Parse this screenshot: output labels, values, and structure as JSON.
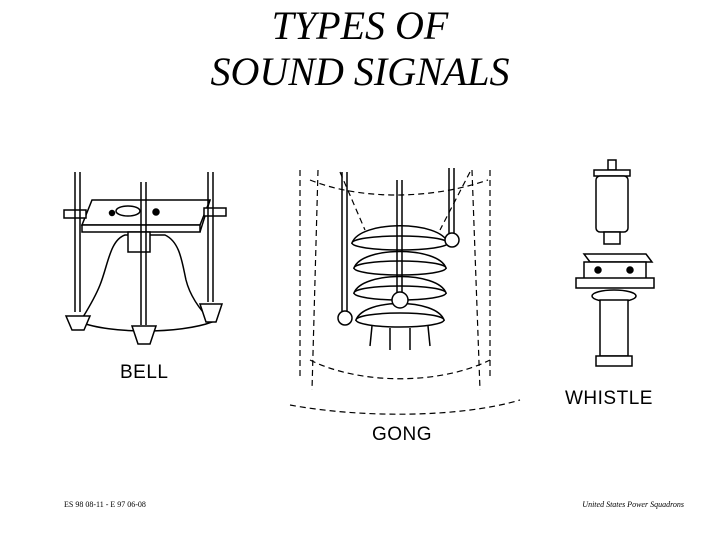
{
  "title_line1": "TYPES  OF",
  "title_line2": "SOUND SIGNALS",
  "labels": {
    "bell": "BELL",
    "gong": "GONG",
    "whistle": "WHISTLE"
  },
  "footer": {
    "left": "ES 98 08-11  -  E 97 06-08",
    "right": "United States Power Squadrons"
  }
}
